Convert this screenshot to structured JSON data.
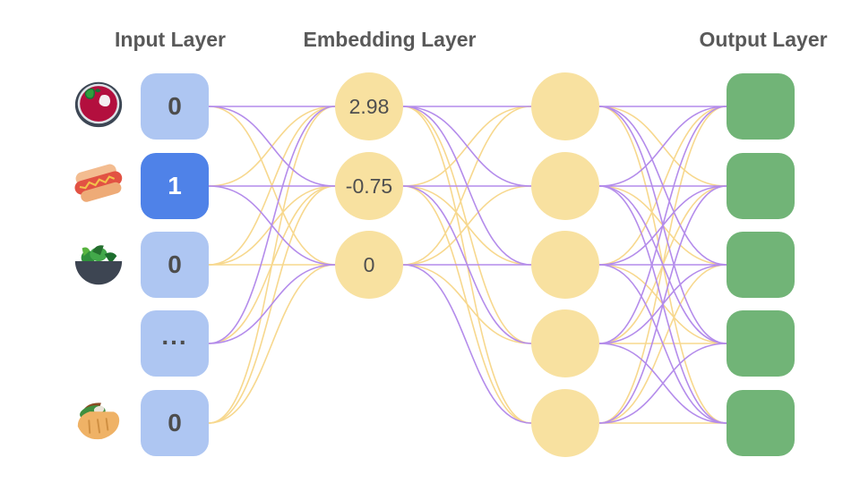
{
  "titles": {
    "input": "Input Layer",
    "embedding": "Embedding Layer",
    "output": "Output Layer"
  },
  "input_layer": {
    "nodes": [
      {
        "icon": "soup-icon",
        "value": "0",
        "active": false
      },
      {
        "icon": "hot-dog-icon",
        "value": "1",
        "active": true
      },
      {
        "icon": "salad-icon",
        "value": "0",
        "active": false
      },
      {
        "icon": "",
        "value": "...",
        "active": false
      },
      {
        "icon": "pita-icon",
        "value": "0",
        "active": false
      }
    ]
  },
  "embedding_layer": {
    "nodes": [
      {
        "value": "2.98"
      },
      {
        "value": "-0.75"
      },
      {
        "value": "0"
      }
    ]
  },
  "hidden_layer": {
    "node_count": 5
  },
  "output_layer": {
    "node_count": 5
  },
  "edges": {
    "input_to_embedding": [
      [
        1,
        1,
        "p"
      ],
      [
        1,
        2,
        "p"
      ],
      [
        1,
        3,
        "g"
      ],
      [
        2,
        1,
        "g"
      ],
      [
        2,
        2,
        "p"
      ],
      [
        2,
        3,
        "p"
      ],
      [
        3,
        1,
        "g"
      ],
      [
        3,
        2,
        "g"
      ],
      [
        3,
        3,
        "g"
      ],
      [
        4,
        1,
        "p"
      ],
      [
        4,
        2,
        "g"
      ],
      [
        4,
        3,
        "p"
      ],
      [
        5,
        1,
        "g"
      ],
      [
        5,
        2,
        "g"
      ],
      [
        5,
        3,
        "g"
      ]
    ],
    "embedding_to_hidden": [
      [
        1,
        1,
        "p"
      ],
      [
        1,
        2,
        "p"
      ],
      [
        1,
        3,
        "p"
      ],
      [
        1,
        4,
        "g"
      ],
      [
        1,
        5,
        "g"
      ],
      [
        2,
        1,
        "g"
      ],
      [
        2,
        2,
        "p"
      ],
      [
        2,
        3,
        "g"
      ],
      [
        2,
        4,
        "p"
      ],
      [
        2,
        5,
        "g"
      ],
      [
        3,
        1,
        "g"
      ],
      [
        3,
        2,
        "g"
      ],
      [
        3,
        3,
        "p"
      ],
      [
        3,
        4,
        "g"
      ],
      [
        3,
        5,
        "p"
      ]
    ],
    "hidden_to_output": [
      [
        1,
        1,
        "p"
      ],
      [
        1,
        2,
        "g"
      ],
      [
        1,
        3,
        "p"
      ],
      [
        1,
        4,
        "p"
      ],
      [
        1,
        5,
        "g"
      ],
      [
        2,
        1,
        "p"
      ],
      [
        2,
        2,
        "p"
      ],
      [
        2,
        3,
        "g"
      ],
      [
        2,
        4,
        "p"
      ],
      [
        2,
        5,
        "p"
      ],
      [
        3,
        1,
        "g"
      ],
      [
        3,
        2,
        "p"
      ],
      [
        3,
        3,
        "p"
      ],
      [
        3,
        4,
        "g"
      ],
      [
        3,
        5,
        "p"
      ],
      [
        4,
        1,
        "p"
      ],
      [
        4,
        2,
        "g"
      ],
      [
        4,
        3,
        "p"
      ],
      [
        4,
        4,
        "g"
      ],
      [
        4,
        5,
        "p"
      ],
      [
        5,
        1,
        "g"
      ],
      [
        5,
        2,
        "p"
      ],
      [
        5,
        3,
        "g"
      ],
      [
        5,
        4,
        "p"
      ],
      [
        5,
        5,
        "g"
      ]
    ]
  },
  "colors": {
    "input_box": "#aec6f2",
    "input_box_active": "#4f82e8",
    "node_yellow": "#f8e1a0",
    "output_green": "#71b477",
    "edge_purple": "#b48ceb",
    "edge_gold": "#f7d88e",
    "title_text": "#595959",
    "value_text": "#4d4d4d"
  }
}
